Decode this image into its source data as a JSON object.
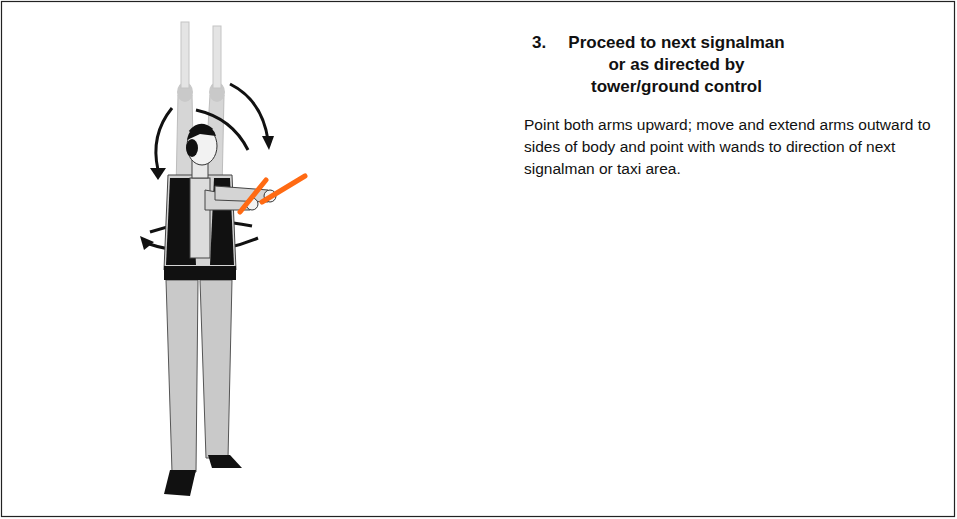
{
  "diagram": {
    "title": "Proceed to next signalman or as directed by tower/ground control",
    "caption": "Point both arms upward; move and extend arms outward to sides of body and point with wands to direction of next signalman or taxi area.",
    "labels": [
      "3."
    ]
  }
}
